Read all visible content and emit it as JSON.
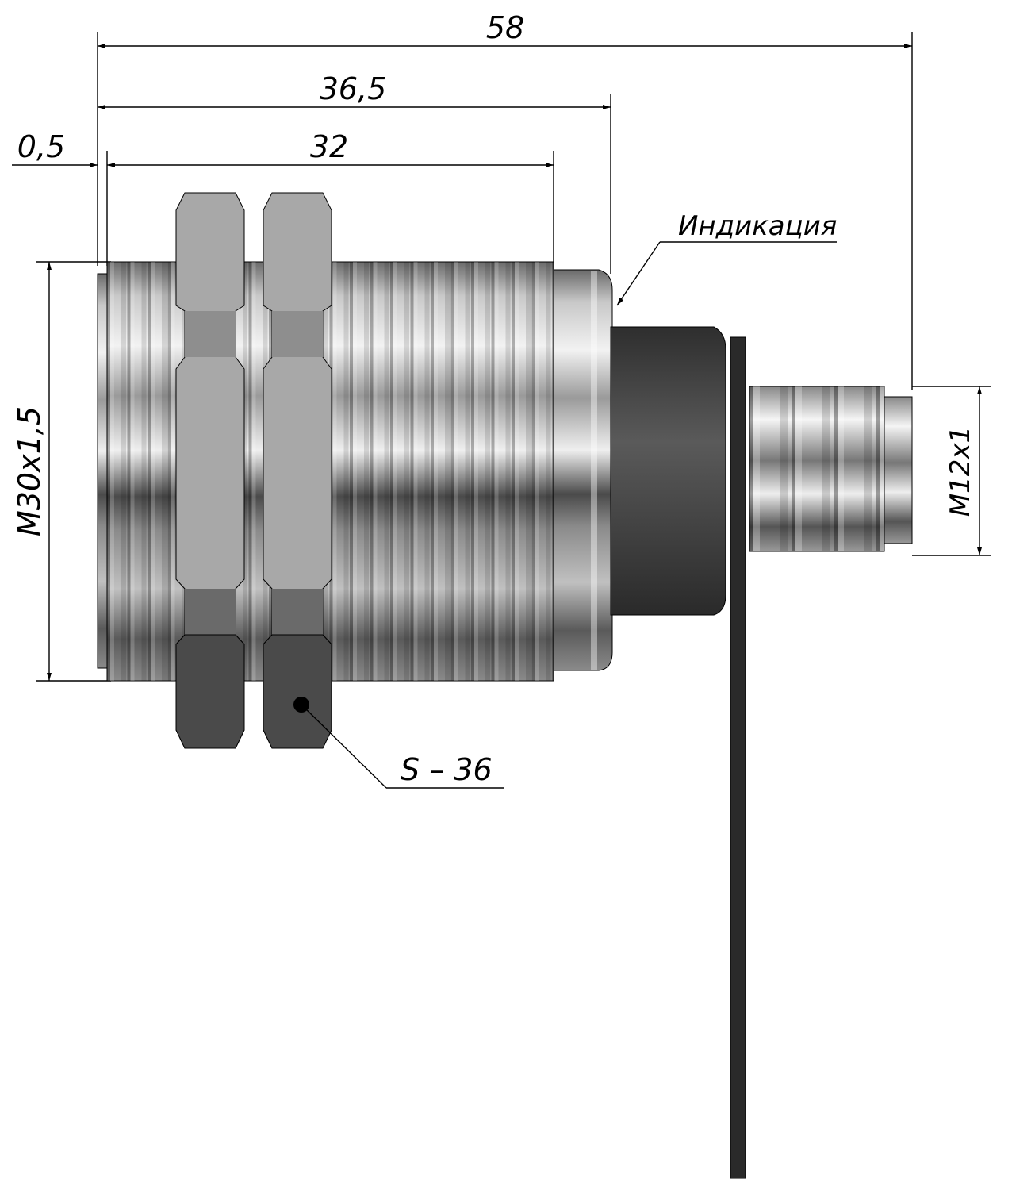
{
  "drawing": {
    "dimensions": {
      "overall_length": "58",
      "body_length": "36,5",
      "thread_length": "32",
      "offset": "0,5",
      "main_thread": "M30x1,5",
      "connector_thread": "M12x1"
    },
    "callouts": {
      "indicator": "Индикация",
      "nut_size": "S – 36"
    },
    "colors": {
      "line": "#000000",
      "metal_light": "#e8e8e8",
      "metal_dark": "#3a3a3a",
      "plate": "#2a2a2a"
    }
  }
}
